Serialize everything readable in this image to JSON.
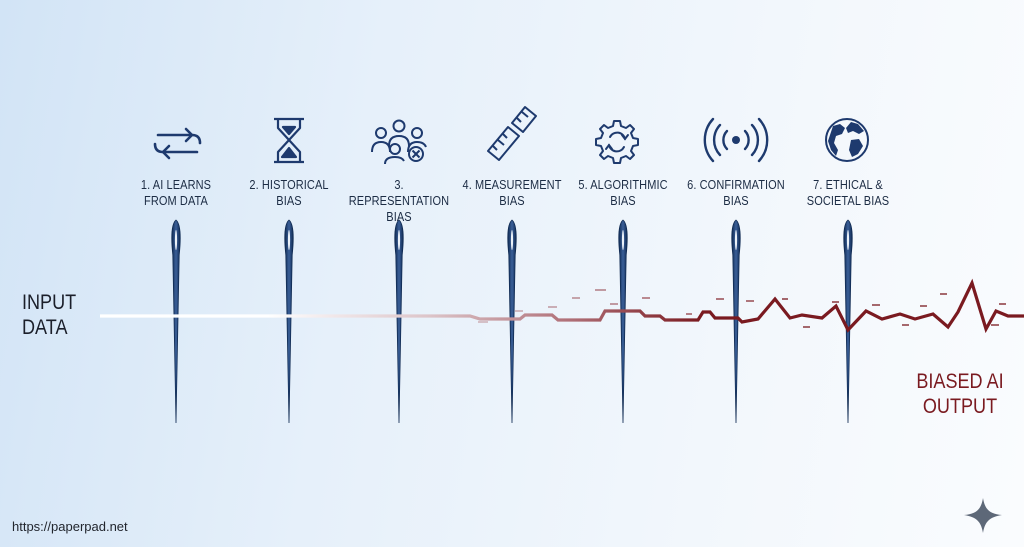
{
  "input_label": [
    "INPUT",
    "DATA"
  ],
  "output_label": [
    "BIASED AI",
    "OUTPUT"
  ],
  "footer_url": "https://paperpad.net",
  "colors": {
    "navy": "#1e3a6e",
    "bias_red": "#7a1a20",
    "clean_line": "#ffffff"
  },
  "stages": [
    {
      "icon": "refresh-loop-icon",
      "lines": [
        "1. AI LEARNS",
        "FROM DATA"
      ]
    },
    {
      "icon": "hourglass-icon",
      "lines": [
        "2. HISTORICAL",
        "BIAS"
      ]
    },
    {
      "icon": "people-group-icon",
      "lines": [
        "3. REPRESENTATION",
        "BIAS"
      ]
    },
    {
      "icon": "ruler-icon",
      "lines": [
        "4. MEASUREMENT",
        "BIAS"
      ]
    },
    {
      "icon": "gear-cycle-icon",
      "lines": [
        "5. ALGORITHMIC",
        "BIAS"
      ]
    },
    {
      "icon": "broadcast-icon",
      "lines": [
        "6. CONFIRMATION",
        "BIAS"
      ]
    },
    {
      "icon": "globe-icon",
      "lines": [
        "7. ETHICAL &",
        "SOCIETAL BIAS"
      ]
    }
  ]
}
